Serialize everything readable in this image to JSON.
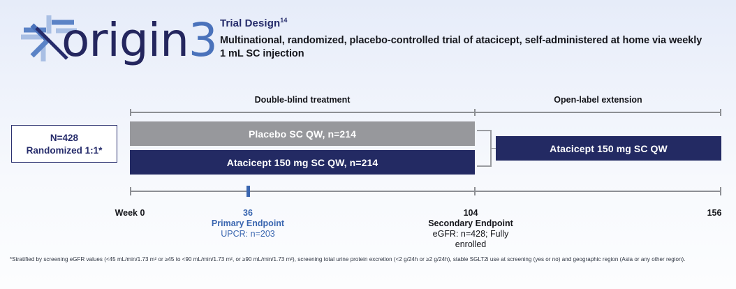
{
  "logo": {
    "word": "origin",
    "numeral": "3",
    "mark_icon": "antibody-icon"
  },
  "header": {
    "title": "Trial Design",
    "title_superscript": "14",
    "subtitle": "Multinational, randomized, placebo-controlled trial of atacicept, self-administered at home via weekly 1 mL SC injection"
  },
  "phases": {
    "double_blind": "Double-blind treatment",
    "open_label": "Open-label extension"
  },
  "randomization": {
    "line1": "N=428",
    "line2": "Randomized 1:1*"
  },
  "arms": {
    "placebo": "Placebo SC QW, n=214",
    "atacicept": "Atacicept 150 mg SC QW, n=214",
    "open_label": "Atacicept 150 mg SC QW"
  },
  "timeline": {
    "week0": {
      "label": "Week 0"
    },
    "week36": {
      "number": "36",
      "name": "Primary Endpoint",
      "note": "UPCR: n=203"
    },
    "week104": {
      "number": "104",
      "name": "Secondary Endpoint",
      "note": "eGFR: n=428; Fully enrolled"
    },
    "week156": {
      "number": "156"
    }
  },
  "footnote": {
    "text": "*Stratified by screening eGFR values (<45 mL/min/1.73 m² or ≥45 to <90 mL/min/1.73 m², or ≥90 mL/min/1.73 m²), screening total urine protein excretion (<2 g/24h or ≥2 g/24h), stable SGLT2i use at screening (yes or no) and geographic region (Asia or any other region)."
  },
  "colors": {
    "navy": "#232a63",
    "gray_bar": "#97989c",
    "accent_blue": "#3a66b0",
    "axis_gray": "#8d8f94"
  }
}
